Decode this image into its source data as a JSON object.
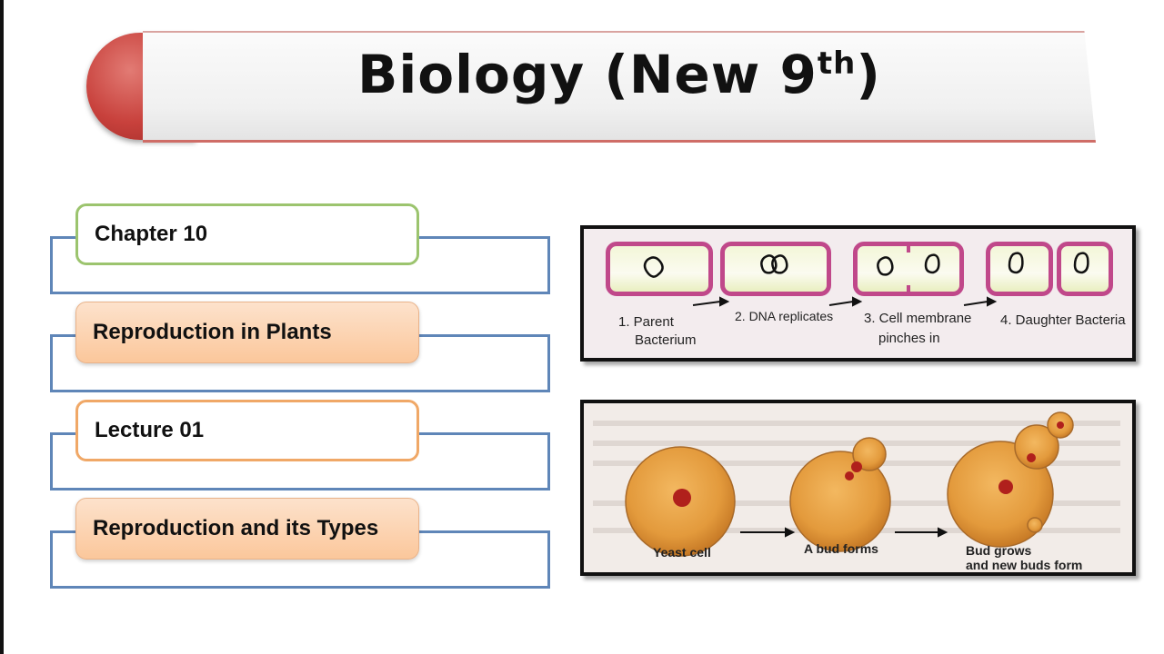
{
  "title": {
    "main": "Biology (New 9",
    "sup": "th",
    "close": ")"
  },
  "items": [
    {
      "label": "Chapter 10"
    },
    {
      "label": "Reproduction in Plants"
    },
    {
      "label": "Lecture 01"
    },
    {
      "label": "Reproduction and its Types"
    }
  ],
  "binary_fission": {
    "steps": [
      {
        "line1": "1. Parent",
        "line2": "Bacterium"
      },
      {
        "line1": "2. DNA replicates",
        "line2": ""
      },
      {
        "line1": "3. Cell membrane",
        "line2": "pinches in"
      },
      {
        "line1": "4. Daughter Bacteria",
        "line2": ""
      }
    ]
  },
  "budding": {
    "labels": [
      "Yeast cell",
      "A bud forms",
      "Bud grows",
      "and new buds form"
    ]
  },
  "colors": {
    "banner_cap": "#c8413c",
    "frame_blue": "#5f86b8",
    "green_border": "#9cc46e",
    "orange_fill": "#fbc79b",
    "cell_membrane": "#c0488a",
    "yeast": "#e39a3c"
  }
}
